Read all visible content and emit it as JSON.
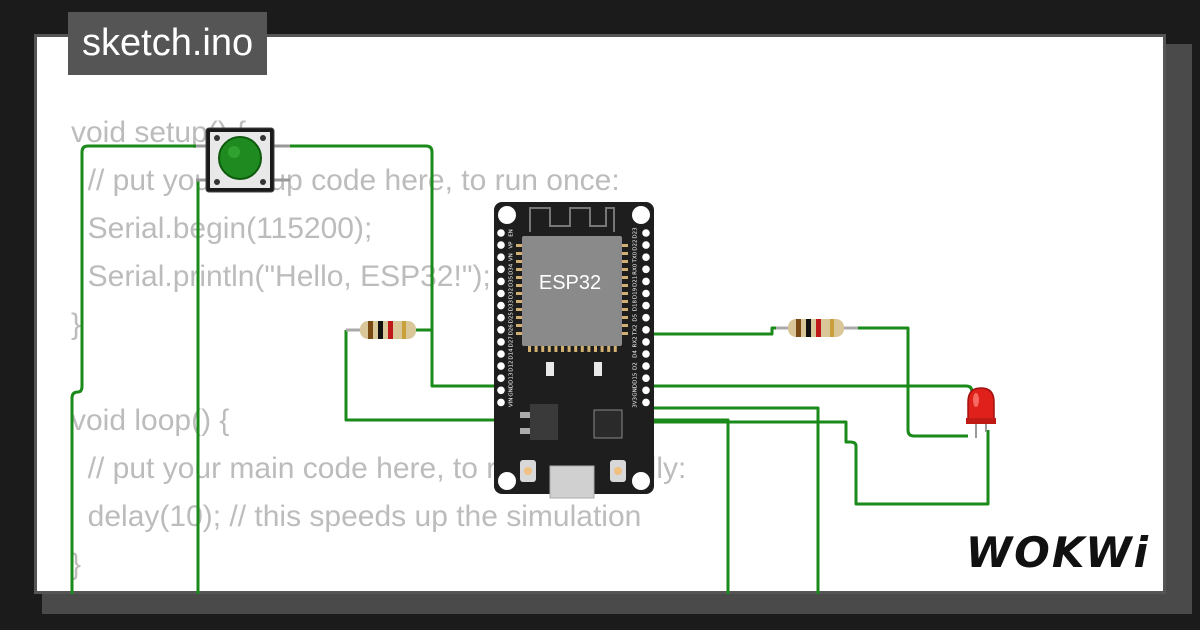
{
  "editor": {
    "filename": "sketch.ino",
    "code_lines": [
      "void setup() {",
      "  // put your setup code here, to run once:",
      "  Serial.begin(115200);",
      "  Serial.println(\"Hello, ESP32!\");",
      "}",
      "",
      "void loop() {",
      "  // put your main code here, to run repeatedly:",
      "  delay(10); // this speeds up the simulation",
      "}"
    ]
  },
  "board": {
    "chip_label": "ESP32",
    "left_pins": [
      "EN",
      "VP",
      "VN",
      "D34",
      "D35",
      "D32",
      "D33",
      "D25",
      "D26",
      "D27",
      "D14",
      "D12",
      "D13",
      "GND",
      "VIN"
    ],
    "right_pins": [
      "D23",
      "D22",
      "TX0",
      "RX0",
      "D21",
      "D19",
      "D18",
      "D5",
      "TX2",
      "RX2",
      "D4",
      "D2",
      "D15",
      "GND",
      "3V3"
    ]
  },
  "brand": {
    "logo": "WOKWi"
  },
  "colors": {
    "wire": "#1a8a1a",
    "board": "#1e1e1e",
    "chip": "#8a8a8a",
    "button": "#1f8a1f",
    "led": "#e0201a",
    "code_text": "#bcbcbc",
    "tab_bg": "#555555"
  }
}
